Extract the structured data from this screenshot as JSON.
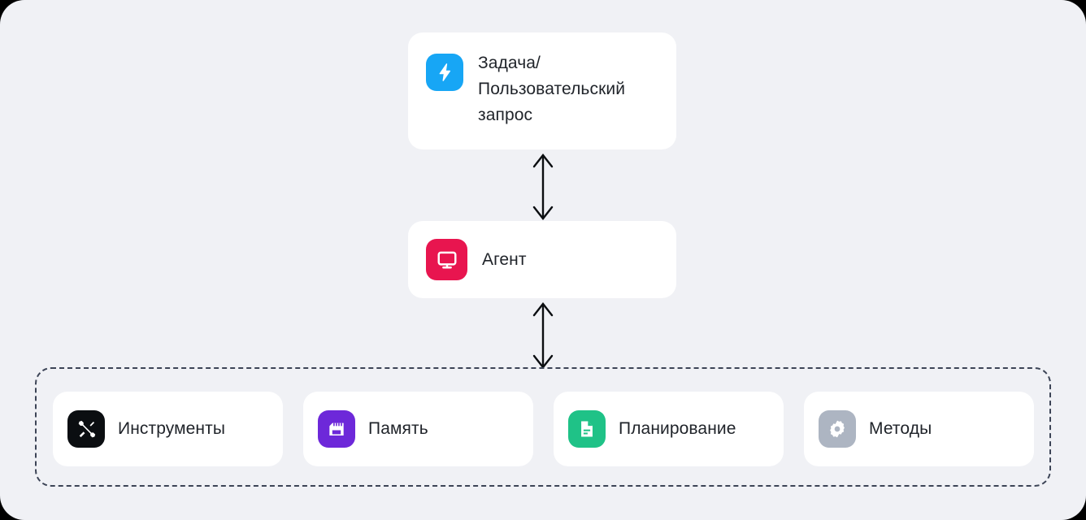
{
  "theme": {
    "background": "#f0f1f5",
    "card_background": "#ffffff",
    "text_color": "#1f2329",
    "dashed_border_color": "#3c4456",
    "arrow_color": "#0b0e11"
  },
  "diagram": {
    "type": "agent-architecture-flow",
    "task_node": {
      "label": "Задача/\nПользовательский\nзапрос",
      "icon": "lightning-bolt-icon",
      "icon_color": "#17a6f5"
    },
    "agent_node": {
      "label": "Агент",
      "icon": "monitor-icon",
      "icon_color": "#e8154f"
    },
    "connectors": [
      {
        "name": "task-agent-connector",
        "direction": "bidirectional"
      },
      {
        "name": "agent-capabilities-connector",
        "direction": "bidirectional"
      }
    ],
    "capabilities": [
      {
        "label": "Инструменты",
        "icon": "tools-icon",
        "icon_color": "#0b0e11"
      },
      {
        "label": "Память",
        "icon": "memory-chip-icon",
        "icon_color": "#6d28d9"
      },
      {
        "label": "Планирование",
        "icon": "document-icon",
        "icon_color": "#1fc287"
      },
      {
        "label": "Методы",
        "icon": "gear-icon",
        "icon_color": "#adb5c2"
      }
    ]
  }
}
